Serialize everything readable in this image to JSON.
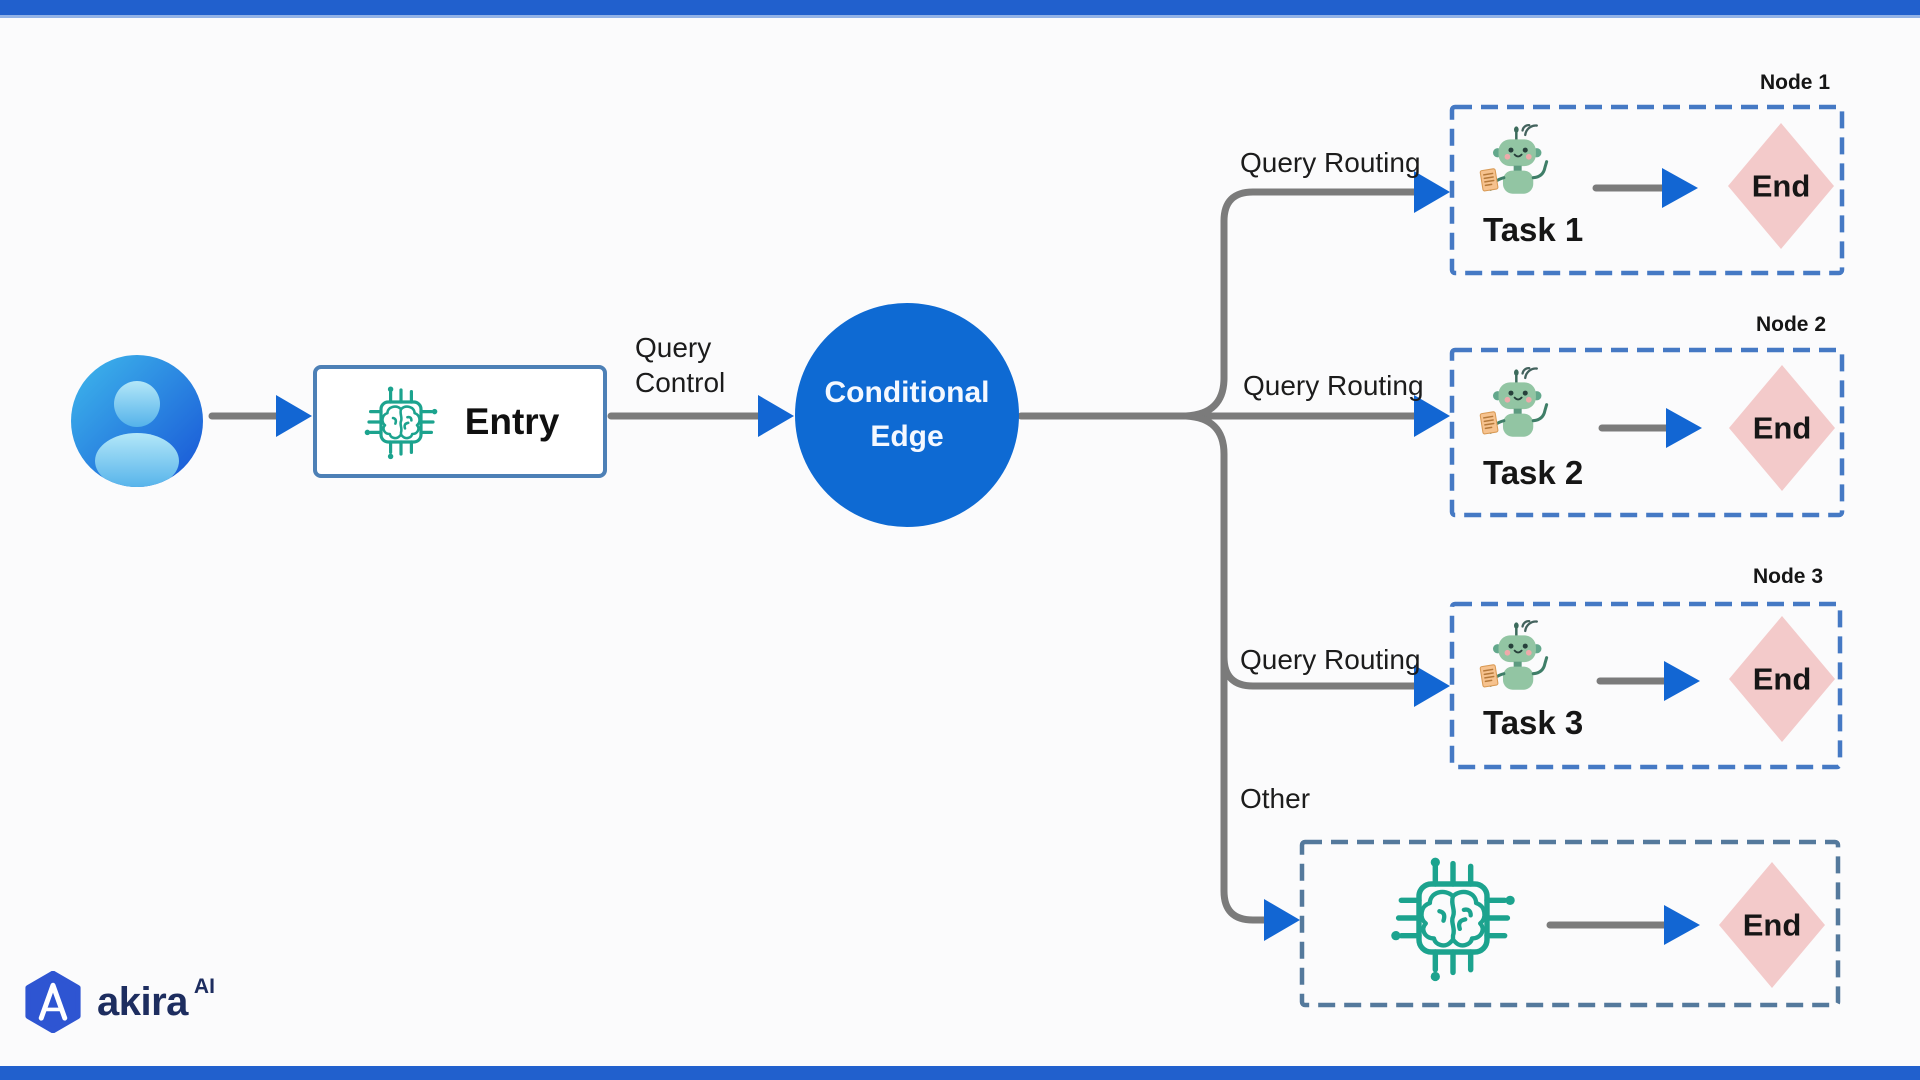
{
  "entry": {
    "label": "Entry"
  },
  "conditional_edge": {
    "line1": "Conditional",
    "line2": "Edge"
  },
  "edge_labels": {
    "query_control_line1": "Query",
    "query_control_line2": "Control",
    "query_routing": "Query Routing",
    "other": "Other"
  },
  "nodes": [
    {
      "title": "Node 1",
      "task": "Task 1",
      "end_label": "End"
    },
    {
      "title": "Node 2",
      "task": "Task 2",
      "end_label": "End"
    },
    {
      "title": "Node 3",
      "task": "Task 3",
      "end_label": "End"
    }
  ],
  "other_node": {
    "end_label": "End"
  },
  "logo": {
    "brand": "akira",
    "suffix": "AI"
  },
  "colors": {
    "bar_blue": "#2160cd",
    "conditional_node_blue": "#0e6ad3",
    "arrowhead_blue": "#1266d3",
    "connector_gray": "#7b7b7b",
    "task_box_dash_blue": "#4579c4",
    "other_box_dash_blue": "#54799c",
    "end_diamond_pink": "#f3caca",
    "icon_teal": "#1ca38e",
    "robot_green": "#92c5a3",
    "logo_navy": "#1d2d5f"
  }
}
